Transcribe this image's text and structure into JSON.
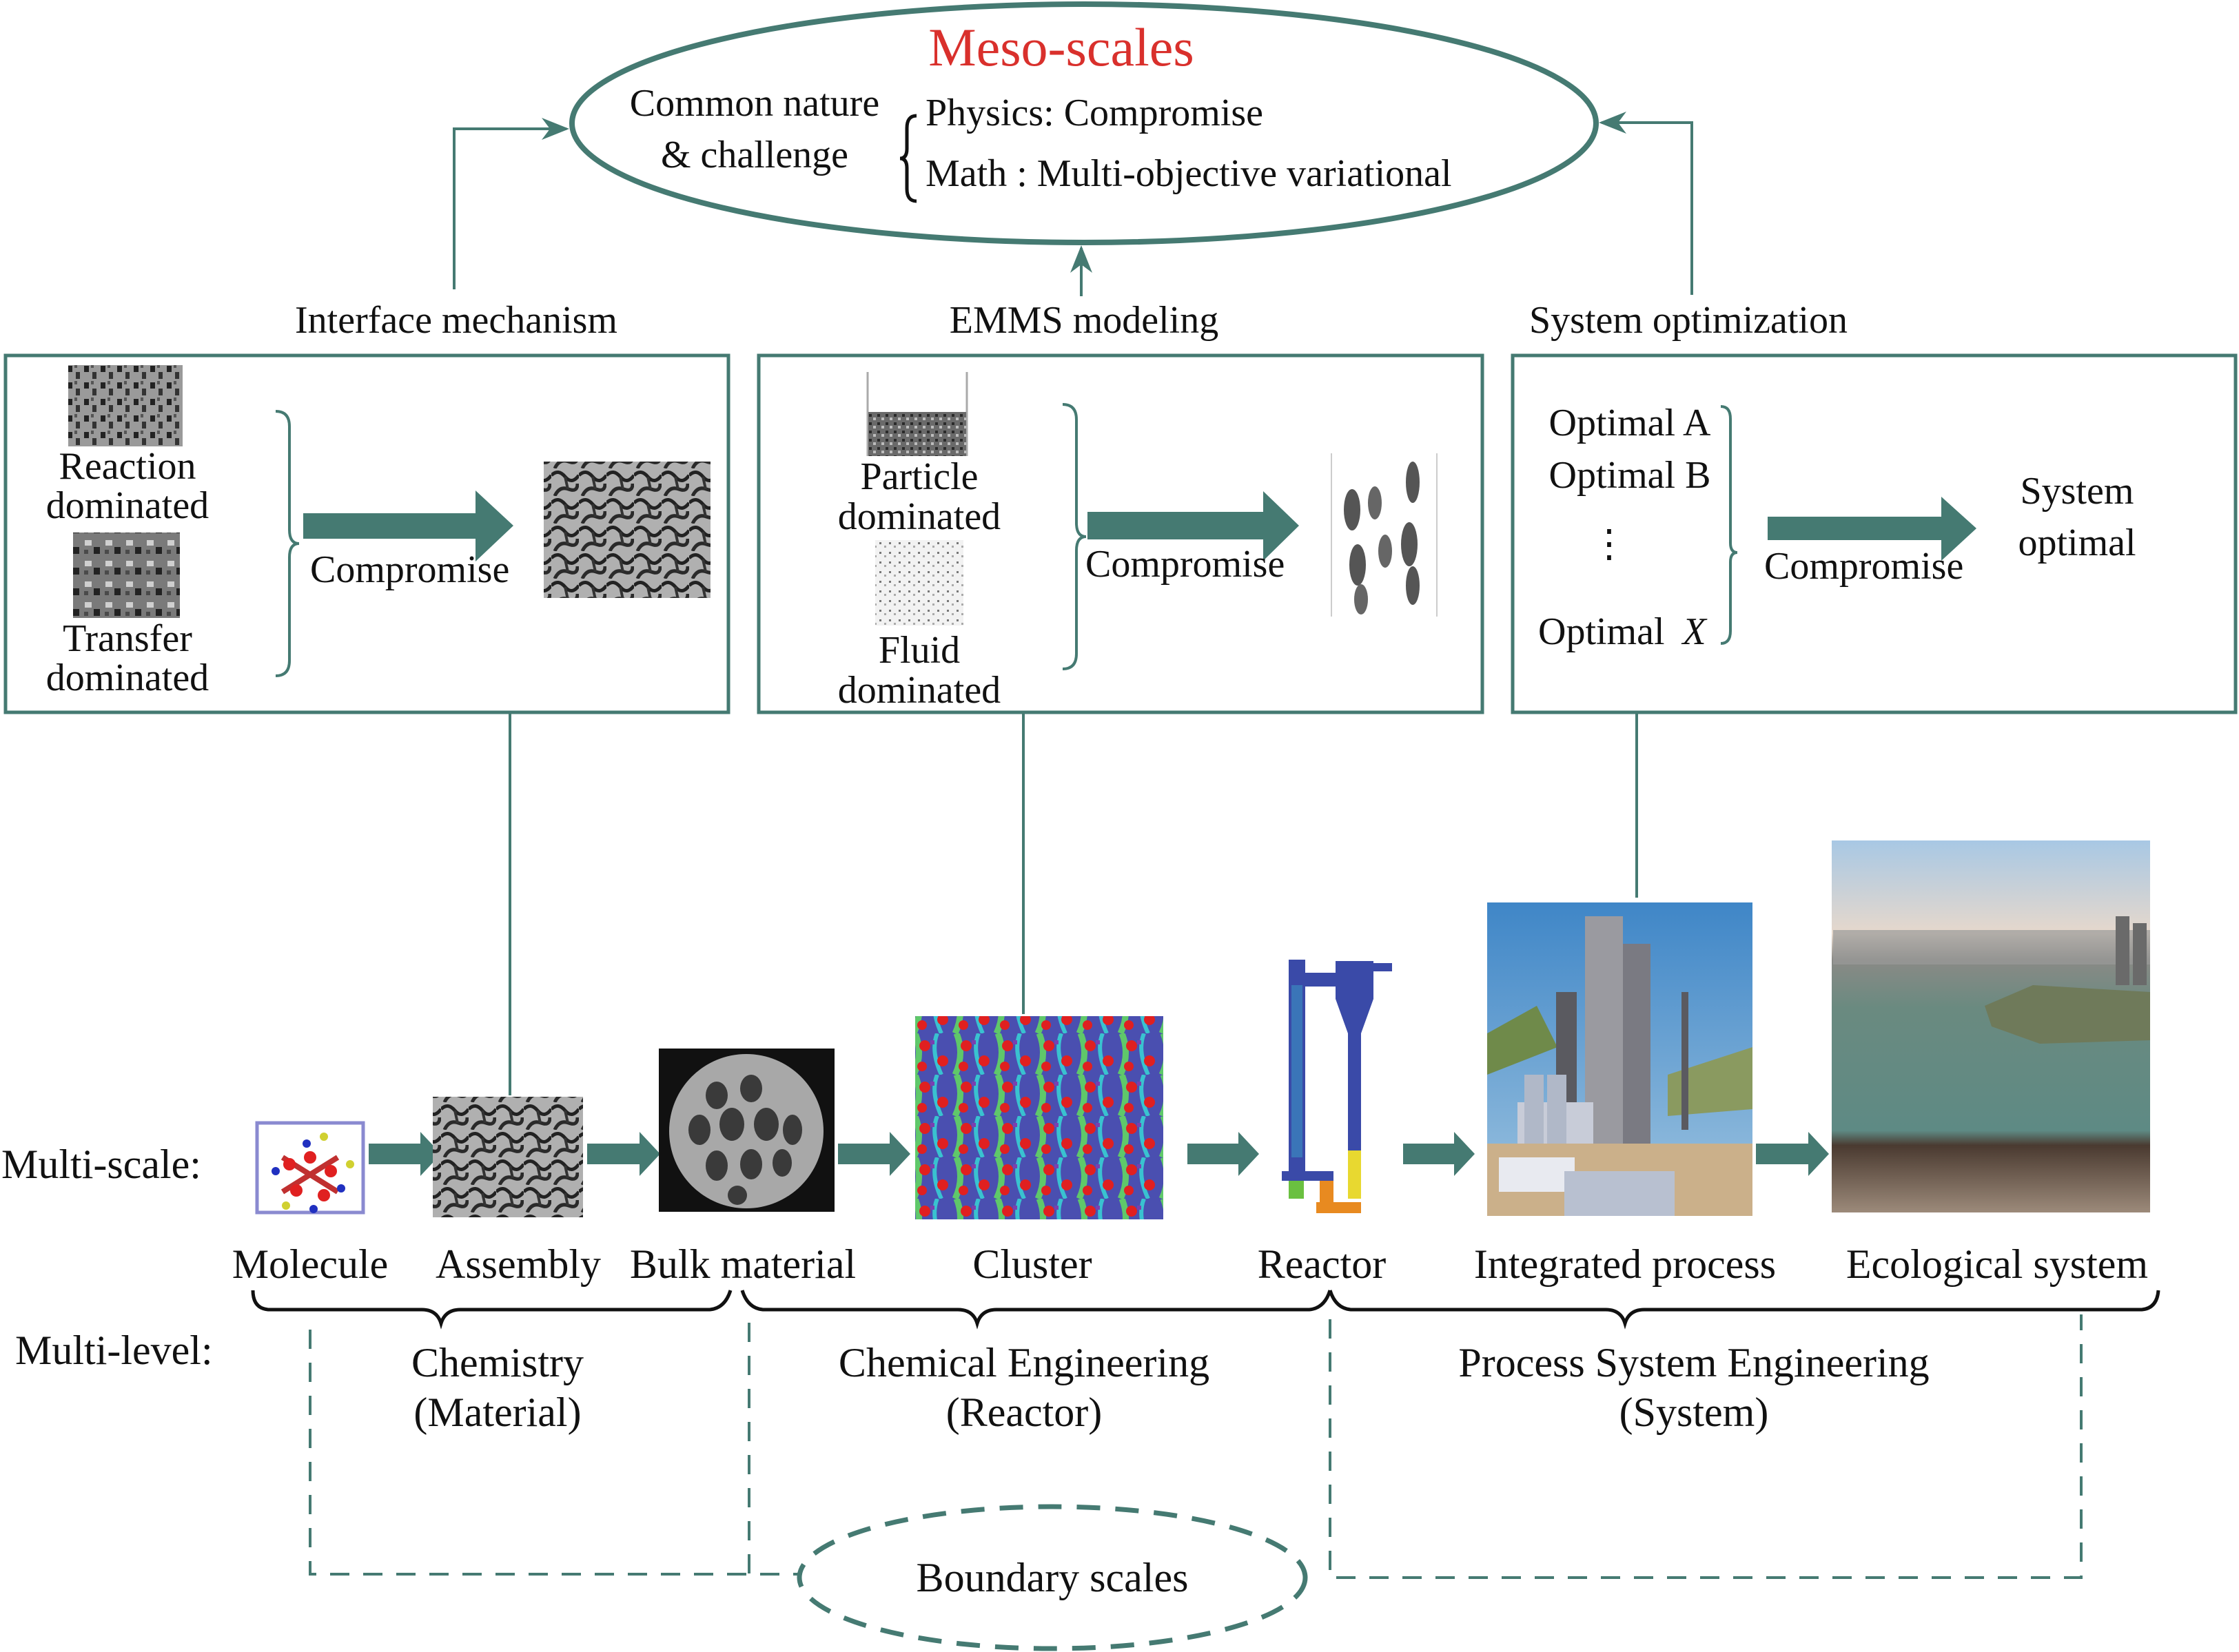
{
  "colors": {
    "accent_teal": "#457a72",
    "title_red": "#d9302c",
    "text": "#111111"
  },
  "meso": {
    "title": "Meso-scales",
    "common_line1": "Common nature",
    "common_line2": "& challenge",
    "physics": "Physics: Compromise",
    "math": "Math : Multi-objective variational"
  },
  "panels": [
    {
      "heading": "Interface mechanism",
      "input_a_line1": "Reaction",
      "input_a_line2": "dominated",
      "input_b_line1": "Transfer",
      "input_b_line2": "dominated",
      "arrow_label": "Compromise",
      "input_a_image": "reaction-dominated-micrograph",
      "input_b_image": "transfer-dominated-micrograph",
      "result_image": "compromise-structure-micrograph"
    },
    {
      "heading": "EMMS modeling",
      "input_a_line1": "Particle",
      "input_a_line2": "dominated",
      "input_b_line1": "Fluid",
      "input_b_line2": "dominated",
      "arrow_label": "Compromise",
      "input_a_image": "packed-particle-bed",
      "input_b_image": "dilute-fluid-bed",
      "result_image": "particle-cluster-simulation"
    },
    {
      "heading": "System optimization",
      "options": [
        "Optimal A",
        "Optimal B",
        "⋮",
        "Optimal"
      ],
      "option_last_var": "X",
      "arrow_label": "Compromise",
      "result_line1": "System",
      "result_line2": "optimal"
    }
  ],
  "multiscale": {
    "row_label": "Multi-scale:",
    "items": [
      {
        "label": "Molecule",
        "image": "molecule-structure"
      },
      {
        "label": "Assembly",
        "image": "assembly-micrograph"
      },
      {
        "label": "Bulk material",
        "image": "porous-bulk-material"
      },
      {
        "label": "Cluster",
        "image": "cluster-cfd-field"
      },
      {
        "label": "Reactor",
        "image": "cfb-reactor-simulation"
      },
      {
        "label": "Integrated process",
        "image": "industrial-plant-photo"
      },
      {
        "label": "Ecological system",
        "image": "river-city-photo"
      }
    ]
  },
  "multilevel": {
    "row_label": "Multi-level:",
    "levels": [
      {
        "line1": "Chemistry",
        "line2": "(Material)"
      },
      {
        "line1": "Chemical Engineering",
        "line2": "(Reactor)"
      },
      {
        "line1": "Process System Engineering",
        "line2": "(System)"
      }
    ]
  },
  "boundary": {
    "label": "Boundary scales"
  }
}
